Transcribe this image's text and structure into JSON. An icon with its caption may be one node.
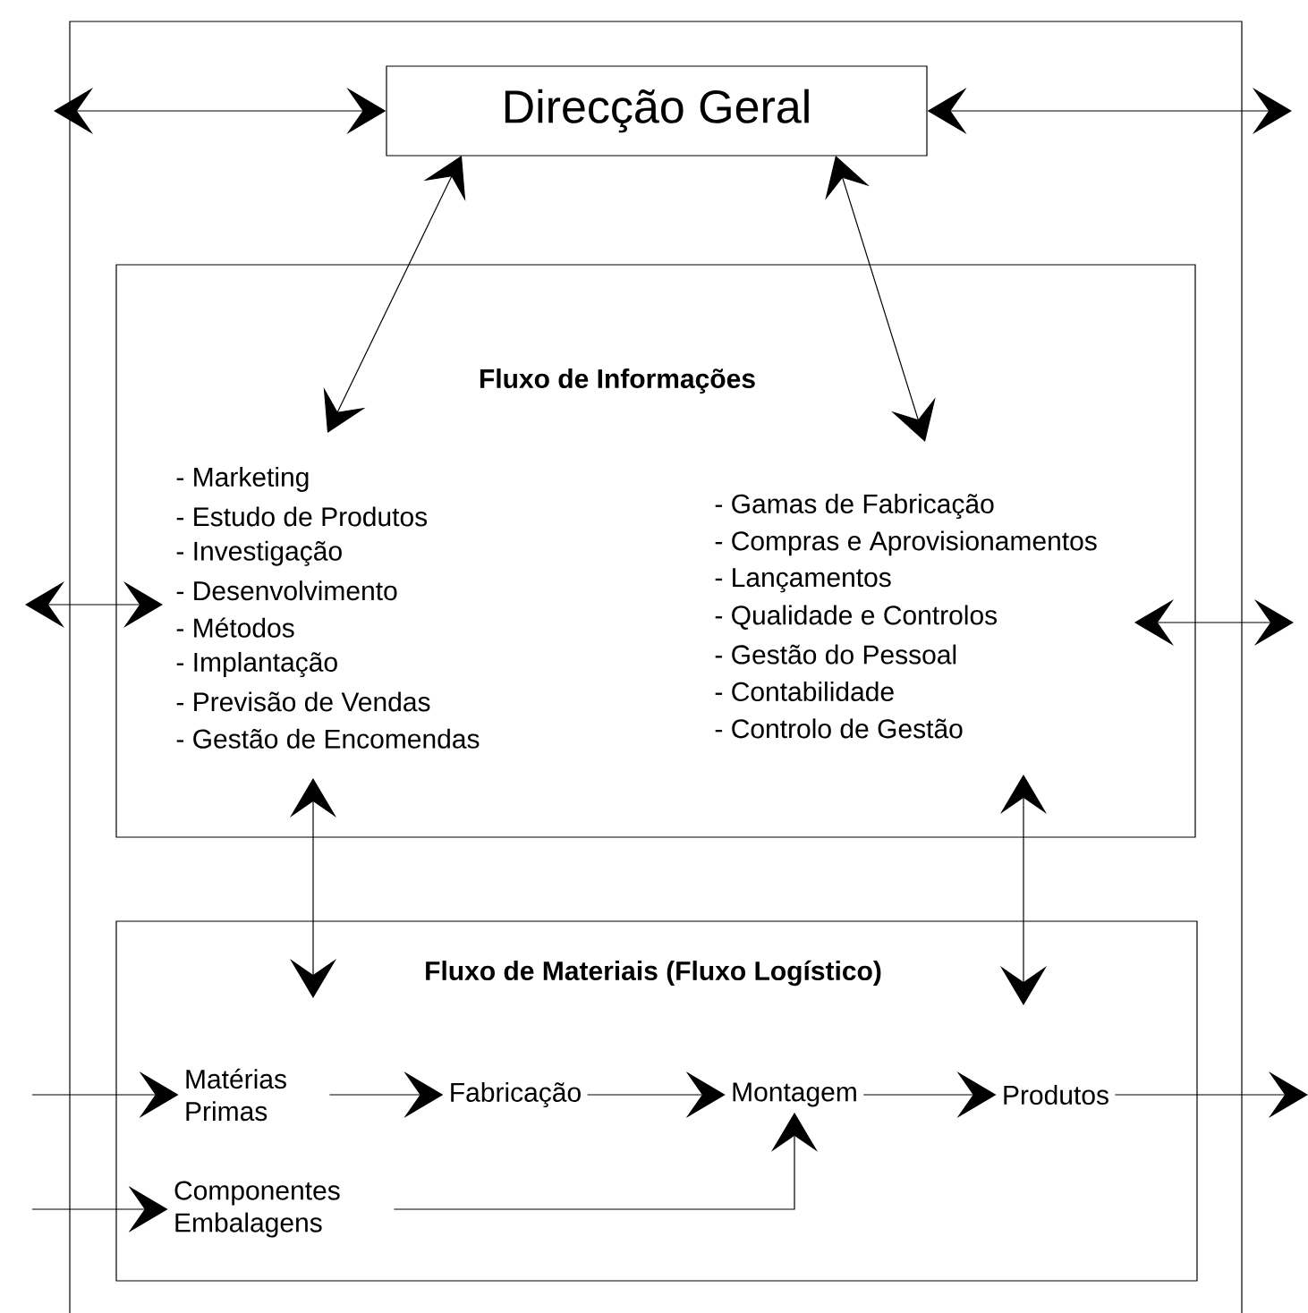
{
  "diagram": {
    "nodes": [
      {
        "text": [],
        "shape": "box"
      },
      {
        "text": [
          "Direcção Geral"
        ],
        "in": 0
      },
      {
        "text": [
          "Fluxo de Informações",
          "- Marketing",
          "- Estudo de Produtos",
          "- Investigação",
          "- Desenvolvimento",
          "- Métodos",
          "- Implantação",
          "- Previsão de Vendas",
          "- Gestão de Encomendas",
          "- Gamas de Fabricação",
          "- Compras e Aprovisionamentos",
          "- Lançamentos",
          "- Qualidade e Controlos",
          "- Gestão do Pessoal",
          "- Contabilidade",
          "- Controlo de Gestão"
        ],
        "in": 0
      },
      {
        "text": [
          "Fluxo de Materiais (Fluxo Logístico)"
        ],
        "in": 0
      },
      {
        "text": [
          "Matérias Primas"
        ],
        "in": 3
      },
      {
        "text": [
          "Fabricação"
        ],
        "in": 3
      },
      {
        "text": [
          "Montagem"
        ],
        "in": 3
      },
      {
        "text": [
          "Produtos"
        ],
        "in": 3
      },
      {
        "text": [
          "Componentes Embalagens"
        ],
        "in": 3
      }
    ],
    "edges": [
      {
        "from": null,
        "to": 1,
        "arrow": "both"
      },
      {
        "from": 1,
        "to": null,
        "arrow": "both"
      },
      {
        "from": 1,
        "to": 2,
        "arrow": "both"
      },
      {
        "from": 1,
        "to": 2,
        "arrow": "both"
      },
      {
        "from": null,
        "to": 2,
        "arrow": "both"
      },
      {
        "from": 2,
        "to": null,
        "arrow": "both"
      },
      {
        "from": 2,
        "to": 3,
        "arrow": "both"
      },
      {
        "from": 2,
        "to": 3,
        "arrow": "both"
      },
      {
        "from": null,
        "to": 4,
        "arrow": "to"
      },
      {
        "from": 4,
        "to": 5,
        "arrow": "to"
      },
      {
        "from": 5,
        "to": 6,
        "arrow": "to"
      },
      {
        "from": 6,
        "to": 7,
        "arrow": "to"
      },
      {
        "from": 7,
        "to": null,
        "arrow": "to"
      },
      {
        "from": null,
        "to": 8,
        "arrow": "to"
      },
      {
        "from": 8,
        "to": 6,
        "arrow": "to"
      }
    ]
  }
}
